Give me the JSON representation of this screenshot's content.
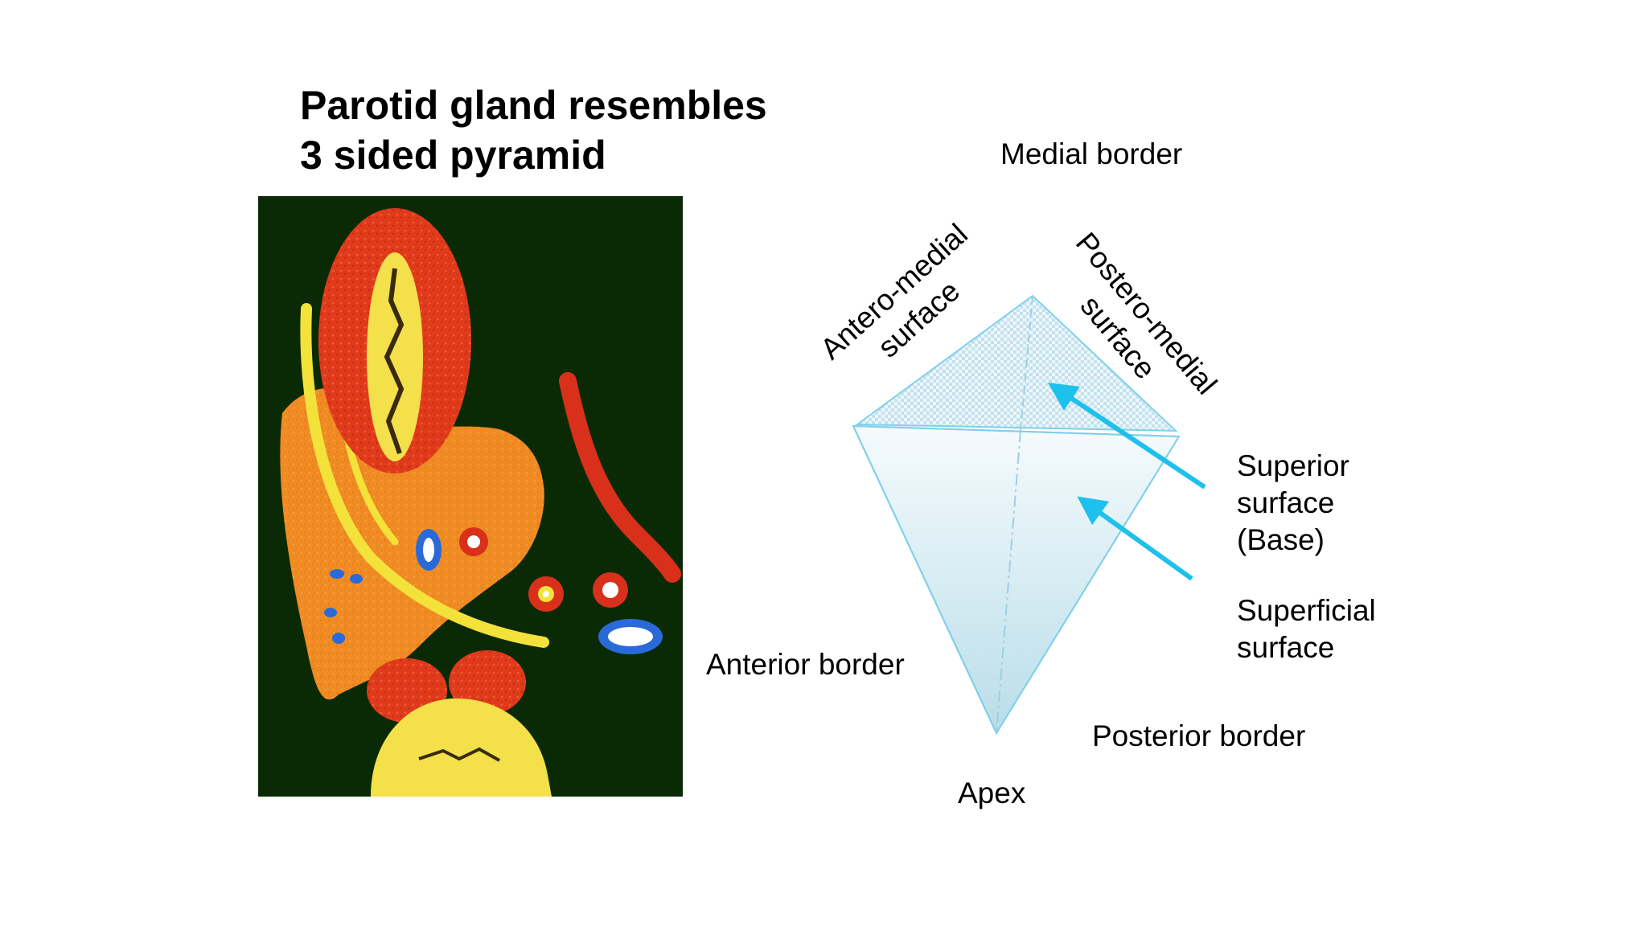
{
  "slide": {
    "title_line1": "Parotid gland resembles",
    "title_line2": "3 sided pyramid"
  },
  "diagram_labels": {
    "medial_border": "Medial border",
    "anteromedial_line1": "Antero-medial",
    "anteromedial_line2": "surface",
    "posteromedial_line1": "Postero-medial",
    "posteromedial_line2": "surface",
    "superior_line1": "Superior",
    "superior_line2": "surface",
    "superior_line3": "(Base)",
    "superficial_line1": "Superficial",
    "superficial_line2": "surface",
    "anterior_border": "Anterior border",
    "posterior_border": "Posterior border",
    "apex": "Apex"
  },
  "colors": {
    "arrow": "#1ec0ec",
    "pyramid_edge": "#7fd0ea",
    "anatomy_background": "#0a2a06"
  }
}
